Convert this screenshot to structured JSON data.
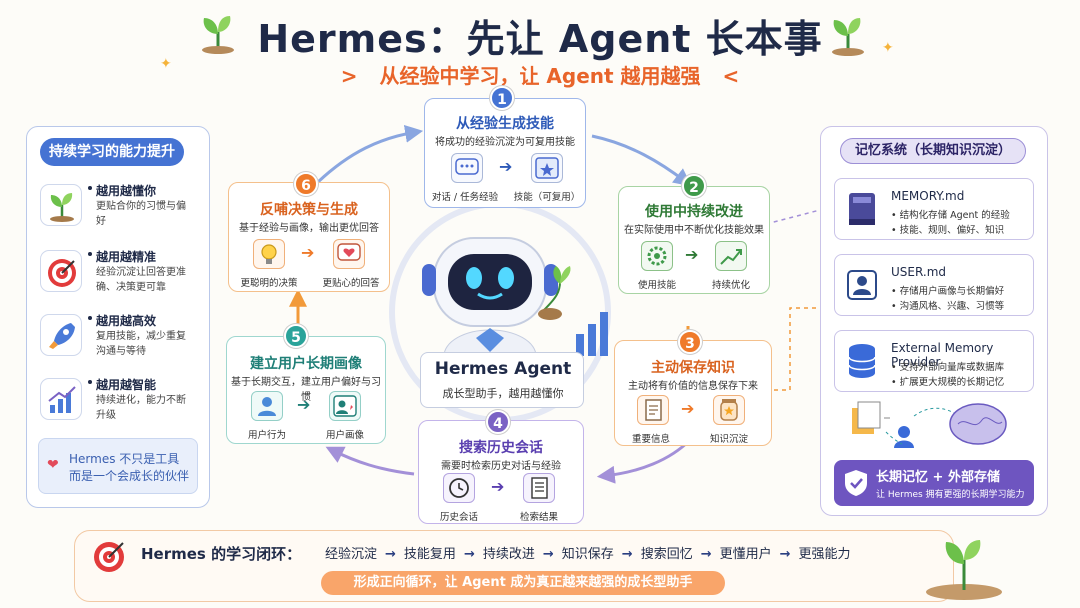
{
  "header": {
    "title": "Hermes：先让 Agent 长本事",
    "subtitle": "从经验中学习，让 Agent 越用越强"
  },
  "left_panel": {
    "title": "持续学习的能力提升",
    "items": [
      {
        "title": "越用越懂你",
        "desc": "更贴合你的习惯与偏好",
        "icon": "sprout-icon"
      },
      {
        "title": "越用越精准",
        "desc": "经验沉淀让回答更准确、决策更可靠",
        "icon": "target-icon"
      },
      {
        "title": "越用越高效",
        "desc": "复用技能，减少重复沟通与等待",
        "icon": "rocket-icon"
      },
      {
        "title": "越用越智能",
        "desc": "持续进化，能力不断升级",
        "icon": "growth-chart-icon"
      }
    ],
    "note": {
      "line1": "Hermes 不只是工具",
      "line2": "而是一个会成长的伙伴"
    }
  },
  "center": {
    "name": "Hermes Agent",
    "tagline": "成长型助手，越用越懂你"
  },
  "steps": [
    {
      "num": "1",
      "title": "从经验生成技能",
      "desc": "将成功的经验沉淀为可复用技能",
      "labels": [
        "对话 / 任务经验",
        "技能（可复用）"
      ]
    },
    {
      "num": "2",
      "title": "使用中持续改进",
      "desc": "在实际使用中不断优化技能效果",
      "labels": [
        "使用技能",
        "持续优化"
      ]
    },
    {
      "num": "3",
      "title": "主动保存知识",
      "desc": "主动将有价值的信息保存下来",
      "labels": [
        "重要信息",
        "知识沉淀"
      ]
    },
    {
      "num": "4",
      "title": "搜索历史会话",
      "desc": "需要时检索历史对话与经验",
      "labels": [
        "历史会话",
        "检索结果"
      ]
    },
    {
      "num": "5",
      "title": "建立用户长期画像",
      "desc": "基于长期交互，建立用户偏好与习惯",
      "labels": [
        "用户行为",
        "用户画像"
      ]
    },
    {
      "num": "6",
      "title": "反哺决策与生成",
      "desc": "基于经验与画像，输出更优回答",
      "labels": [
        "更聪明的决策",
        "更贴心的回答"
      ]
    }
  ],
  "right_panel": {
    "title": "记忆系统（长期知识沉淀）",
    "items": [
      {
        "name": "MEMORY.md",
        "lines": [
          "• 结构化存储 Agent 的经验",
          "• 技能、规则、偏好、知识"
        ]
      },
      {
        "name": "USER.md",
        "lines": [
          "• 存储用户画像与长期偏好",
          "• 沟通风格、兴趣、习惯等"
        ]
      },
      {
        "name": "External Memory Provider",
        "lines": [
          "• 支持外部向量库或数据库",
          "• 扩展更大规模的长期记忆"
        ]
      }
    ],
    "footer": {
      "title": "长期记忆 + 外部存储",
      "desc": "让 Hermes 拥有更强的长期学习能力"
    }
  },
  "bottom": {
    "label": "Hermes 的学习闭环：",
    "flow": [
      "经验沉淀",
      "技能复用",
      "持续改进",
      "知识保存",
      "搜索回忆",
      "更懂用户",
      "更强能力"
    ],
    "banner": "形成正向循环，让 Agent 成为真正越来越强的成长型助手"
  },
  "colors": {
    "blue": "#4573d3",
    "green": "#3f9a4a",
    "orange": "#ef7a2a",
    "purple": "#7a62c4",
    "teal": "#2aa39a"
  }
}
